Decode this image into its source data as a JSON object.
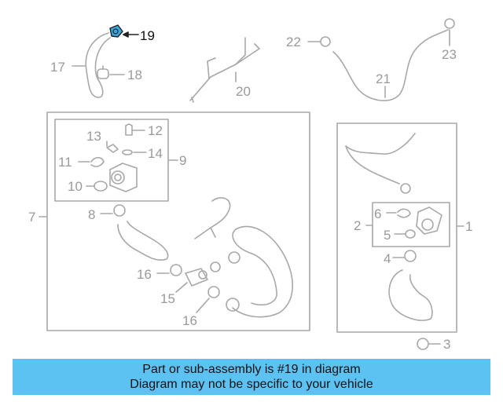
{
  "highlight_color": "#3aa6e0",
  "line_color": "#a8a8a8",
  "caption": {
    "background": "#5cc2f2",
    "line1": "Part or sub-assembly is #19 in diagram",
    "line2": "Diagram may not be specific to your vehicle"
  },
  "callouts": {
    "n1": "1",
    "n2": "2",
    "n3": "3",
    "n4": "4",
    "n5": "5",
    "n6": "6",
    "n7": "7",
    "n8": "8",
    "n9": "9",
    "n10": "10",
    "n11": "11",
    "n12": "12",
    "n13": "13",
    "n14": "14",
    "n15": "15",
    "n16a": "16",
    "n16b": "16",
    "n17": "17",
    "n18": "18",
    "n19": "19",
    "n20": "20",
    "n21": "21",
    "n22": "22",
    "n23": "23"
  }
}
